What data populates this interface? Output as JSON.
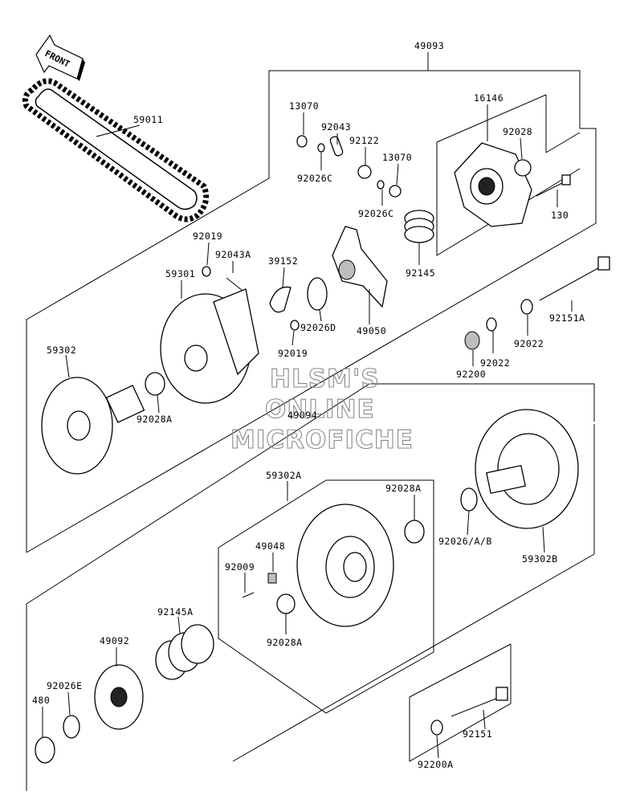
{
  "front_label": "FRONT",
  "watermark": [
    "HLSM'S",
    "ONLINE",
    "MICROFICHE"
  ],
  "labels": {
    "l49093": "49093",
    "l59011": "59011",
    "l13070a": "13070",
    "l92043": "92043",
    "l92122": "92122",
    "l13070b": "13070",
    "l92026c_a": "92026C",
    "l92026c_b": "92026C",
    "l16146": "16146",
    "l92028": "92028",
    "l130": "130",
    "l92019a": "92019",
    "l92043a": "92043A",
    "l39152": "39152",
    "l59301": "59301",
    "l92145": "92145",
    "l92026d": "92026D",
    "l49050": "49050",
    "l92019b": "92019",
    "l92151a": "92151A",
    "l59302": "59302",
    "l92028a_1": "92028A",
    "l92022a": "92022",
    "l92022b": "92022",
    "l92200": "92200",
    "l49094": "49094",
    "l59302a": "59302A",
    "l92028a_2": "92028A",
    "l49048": "49048",
    "l92009": "92009",
    "l92026ab": "92026/A/B",
    "l59302b": "59302B",
    "l92028a_3": "92028A",
    "l92145a": "92145A",
    "l49092": "49092",
    "l92026e": "92026E",
    "l480": "480",
    "l92151": "92151",
    "l92200a": "92200A"
  }
}
